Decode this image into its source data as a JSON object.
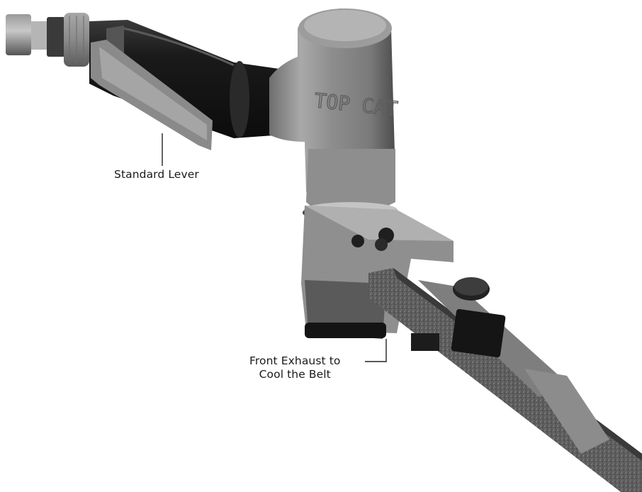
{
  "product_marking": "TOP CAT",
  "callouts": {
    "standard_lever": "Standard Lever",
    "front_exhaust_line1": "Front Exhaust to",
    "front_exhaust_line2": "Cool the Belt"
  },
  "colors": {
    "background": "#ffffff",
    "callout_text": "#1a1a1a",
    "housing_metal": "#8c8c8c",
    "grip_black": "#1c1c1c",
    "belt_grit": "#5a5a5a"
  }
}
